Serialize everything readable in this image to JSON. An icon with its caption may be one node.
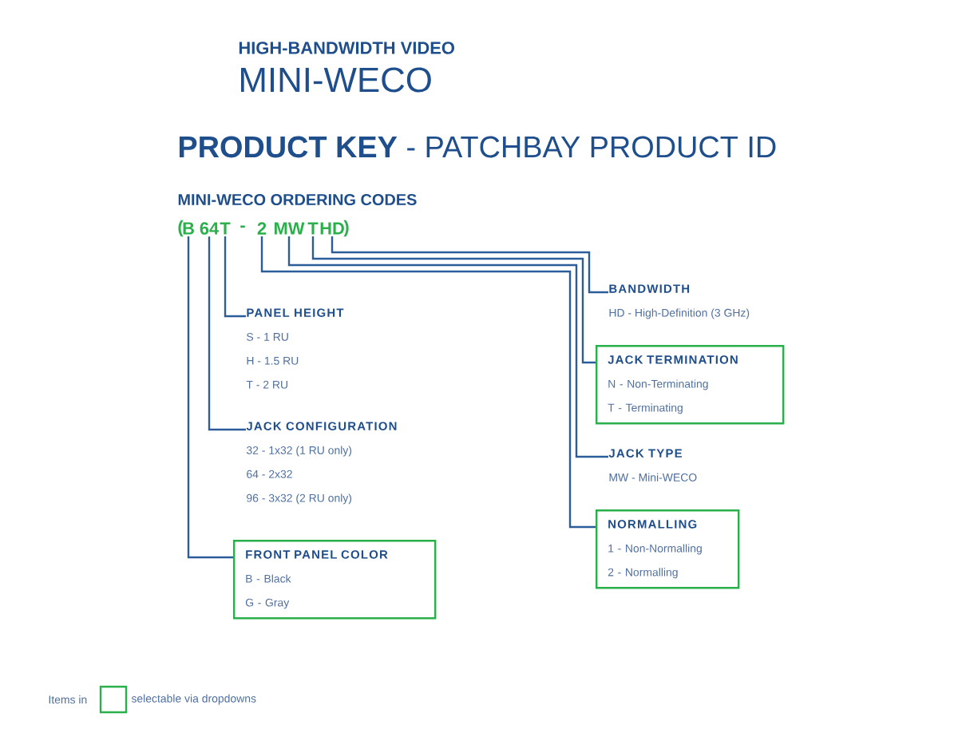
{
  "diagram": {
    "title": "**PRODUCT KEY** - PATCHBAY PRODUCT ID",
    "nodes": [
      {
        "text": [
          "B"
        ]
      },
      {
        "text": [
          "64"
        ]
      },
      {
        "text": [
          "T"
        ]
      },
      {
        "text": [
          "2"
        ]
      },
      {
        "text": [
          "MW"
        ]
      },
      {
        "text": [
          "T"
        ]
      },
      {
        "text": [
          "HD"
        ]
      },
      {
        "text": [
          "BANDWIDTH",
          "HD - High-Definition (3 GHz)"
        ]
      },
      {
        "text": [
          "PANEL HEIGHT",
          "S - 1 RU",
          "H - 1.5 RU",
          "T - 2 RU"
        ]
      },
      {
        "text": [
          "JACK TERMINATION",
          "N - Non-Terminating",
          "T - Terminating"
        ]
      },
      {
        "text": [
          "JACK CONFIGURATION",
          "32 - 1x32 (1 RU only)",
          "64 - 2x32",
          "96 - 3x32 (2 RU only)"
        ]
      },
      {
        "text": [
          "JACK TYPE",
          "MW - Mini-WECO"
        ]
      },
      {
        "text": [
          "NORMALLING",
          "1 - Non-Normalling",
          "2 - Normalling"
        ]
      },
      {
        "text": [
          "FRONT PANEL COLOR",
          "B - Black",
          "G - Gray"
        ]
      }
    ],
    "edges": [
      {
        "from": 0,
        "to": 13,
        "arrow": "none"
      },
      {
        "from": 1,
        "to": 10,
        "arrow": "none"
      },
      {
        "from": 2,
        "to": 8,
        "arrow": "none"
      },
      {
        "from": 3,
        "to": 12,
        "arrow": "none"
      },
      {
        "from": 4,
        "to": 11,
        "arrow": "none"
      },
      {
        "from": 5,
        "to": 9,
        "arrow": "none"
      },
      {
        "from": 6,
        "to": 7,
        "arrow": "none"
      }
    ],
    "labels": [
      "HIGH-BANDWIDTH VIDEO",
      "MINI-WECO",
      "MINI-WECO ORDERING CODES",
      "(",
      "-",
      ")",
      "Items in",
      "selectable via dropdowns"
    ]
  }
}
